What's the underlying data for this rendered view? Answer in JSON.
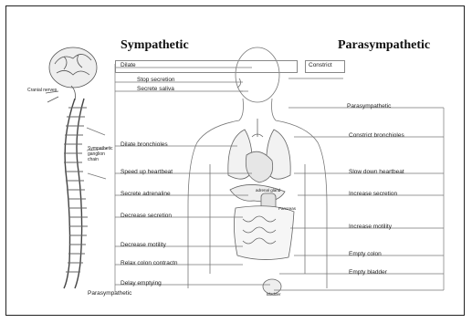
{
  "titles": {
    "sympathetic": "Sympathetic",
    "parasympathetic": "Parasympathetic"
  },
  "left_labels": [
    "Dilate",
    "Stop secretion",
    "Secrete saliva",
    "Dilate bronchioles",
    "Speed up heartbeat",
    "Secrete adrenaline",
    "Decrease secretion",
    "Decrease motility",
    "Relax colon contractn",
    "Delay emptying"
  ],
  "right_labels": [
    "Constrict",
    "Parasympathetic",
    "Constrict bronchioles",
    "Slow down heartbeat",
    "Increase secretion",
    "Increase motility",
    "Empty colon",
    "Empty bladder"
  ],
  "spine_labels": {
    "cranial": "Cranial nerves",
    "ganglia": "Sympathetic ganglion chain",
    "bottom": "Parasympathetic"
  },
  "organ_labels": {
    "adrenal": "adrenal gland",
    "pancreas": "Pancreas",
    "bladder": "Bladder"
  }
}
